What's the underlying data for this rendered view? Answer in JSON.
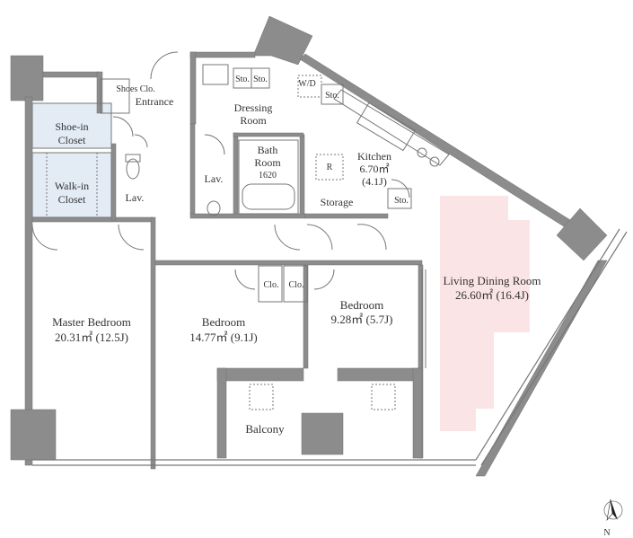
{
  "colors": {
    "wall": "#8c8c8c",
    "wall_stroke": "#707070",
    "closet_fill": "#e3ebf5",
    "living_highlight": "#fbe4e6",
    "fixture_line": "#777777",
    "text": "#333333"
  },
  "rooms": {
    "shoes_closet": "Shoes Clo.",
    "entrance": "Entrance",
    "shoe_in_closet_line1": "Shoe-in",
    "shoe_in_closet_line2": "Closet",
    "walk_in_closet_line1": "Walk-in",
    "walk_in_closet_line2": "Closet",
    "lav_left": "Lav.",
    "lav_center": "Lav.",
    "storage_left": "Sto.",
    "storage_right": "Sto.",
    "dressing_room_line1": "Dressing",
    "dressing_room_line2": "Room",
    "washer_dryer": "W/D",
    "storage_kitchen": "Sto.",
    "bath_line1": "Bath",
    "bath_line2": "Room",
    "bath_line3": "1620",
    "refrigerator": "R",
    "kitchen_name": "Kitchen",
    "kitchen_area": "6.70㎡",
    "kitchen_jo": "(4.1J)",
    "storage_room": "Storage",
    "storage_small": "Sto.",
    "living_name": "Living Dining Room",
    "living_area": "26.60㎡ (16.4J)",
    "closet_a": "Clo.",
    "closet_b": "Clo.",
    "bedroom3_name": "Bedroom",
    "bedroom3_area": "9.28㎡ (5.7J)",
    "master_name": "Master Bedroom",
    "master_area": "20.31㎡ (12.5J)",
    "bedroom2_name": "Bedroom",
    "bedroom2_area": "14.77㎡ (9.1J)",
    "balcony": "Balcony"
  },
  "compass": {
    "label": "N",
    "icon": "north-arrow-icon"
  }
}
